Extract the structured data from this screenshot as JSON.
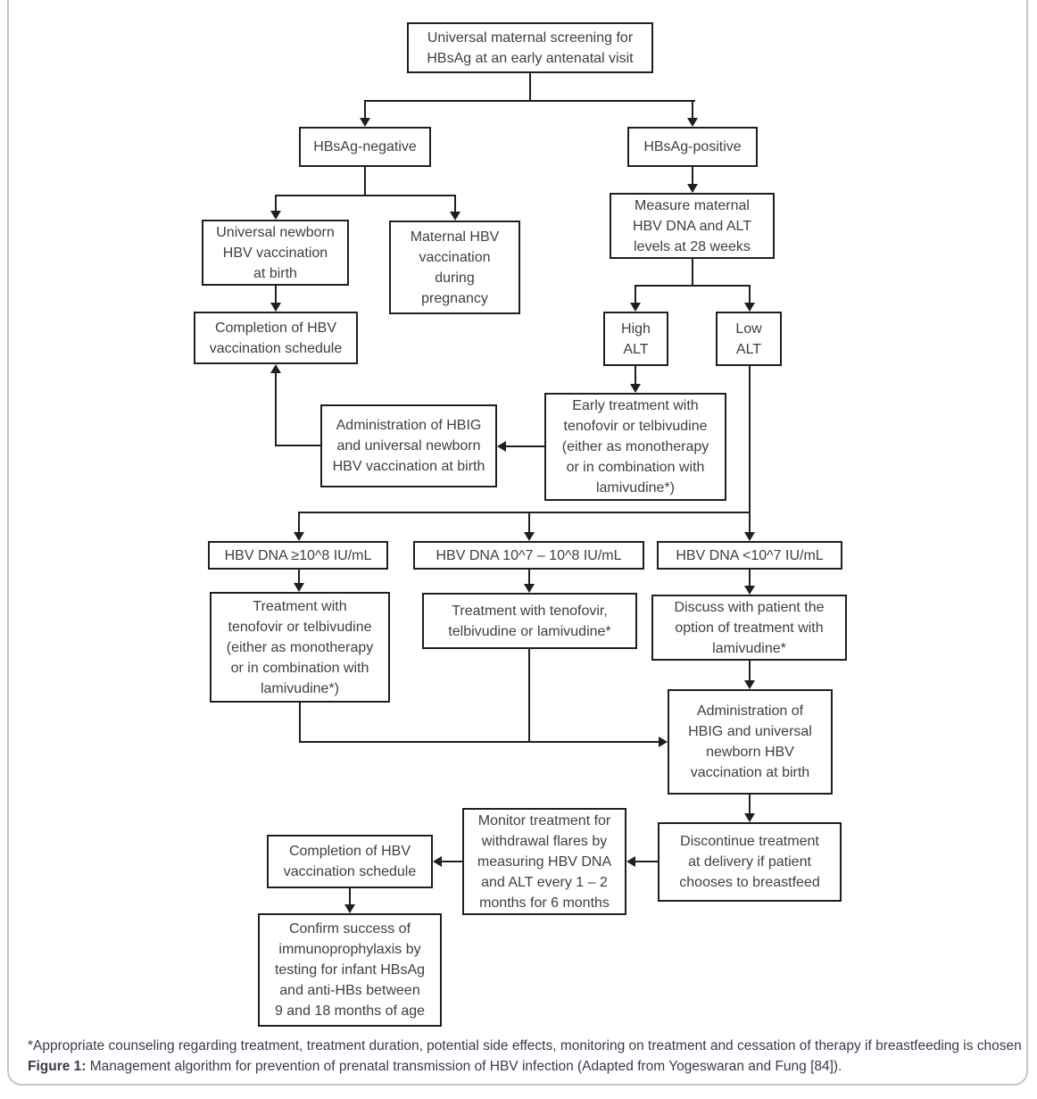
{
  "flowchart": {
    "nodes": {
      "screening": {
        "text": "Universal maternal screening for\nHBsAg at an early antenatal visit"
      },
      "hbsag_negative": {
        "text": "HBsAg-negative"
      },
      "hbsag_positive": {
        "text": "HBsAg-positive"
      },
      "newborn_vaccination": {
        "text": "Universal newborn\nHBV vaccination\nat birth"
      },
      "maternal_vaccination": {
        "text": "Maternal HBV\nvaccination\nduring\npregnancy"
      },
      "completion_schedule_1": {
        "text": "Completion of HBV\nvaccination schedule"
      },
      "measure_levels": {
        "text": "Measure maternal\nHBV DNA and ALT\nlevels at 28 weeks"
      },
      "high_alt": {
        "text": "High\nALT"
      },
      "low_alt": {
        "text": "Low\nALT"
      },
      "early_treatment": {
        "text": "Early treatment with\ntenofovir or telbivudine\n(either as monotherapy\nor in combination with\nlamivudine*)"
      },
      "admin_hbig_1": {
        "text": "Administration of HBIG\nand universal newborn\nHBV vaccination at birth"
      },
      "dna_high": {
        "text": "HBV DNA ≥10^8 IU/mL"
      },
      "dna_mid": {
        "text": "HBV DNA 10^7 – 10^8 IU/mL"
      },
      "dna_low": {
        "text": "HBV DNA <10^7 IU/mL"
      },
      "treatment_high": {
        "text": "Treatment with\ntenofovir or telbivudine\n(either as monotherapy\nor in combination with\nlamivudine*)"
      },
      "treatment_mid": {
        "text": "Treatment with tenofovir,\ntelbivudine or lamivudine*"
      },
      "discuss_option": {
        "text": "Discuss with patient the\noption of treatment with\nlamivudine*"
      },
      "admin_hbig_2": {
        "text": "Administration of\nHBIG and universal\nnewborn HBV\nvaccination at birth"
      },
      "discontinue": {
        "text": "Discontinue treatment\nat delivery if patient\nchooses to breastfeed"
      },
      "monitor": {
        "text": "Monitor treatment for\nwithdrawal flares by\nmeasuring HBV DNA\nand ALT every 1 – 2\nmonths for 6 months"
      },
      "completion_schedule_2": {
        "text": "Completion of HBV\nvaccination schedule"
      },
      "confirm_success": {
        "text": "Confirm success of\nimmunoprophylaxis by\ntesting for infant HBsAg\nand anti-HBs between\n9 and 18 months of age"
      }
    }
  },
  "caption": {
    "footnote": "*Appropriate counseling regarding treatment, treatment duration, potential side effects, monitoring on treatment and cessation of therapy if breastfeeding is chosen",
    "figure_label": "Figure 1:",
    "figure_text": "Management algorithm for prevention of prenatal transmission of HBV infection (Adapted from Yogeswaran and Fung [84])."
  },
  "colors": {
    "line": "#1f1f1f",
    "node_text": "#3f3f3f",
    "caption_text": "#363c4d",
    "container_border": "#c6c6c6"
  }
}
